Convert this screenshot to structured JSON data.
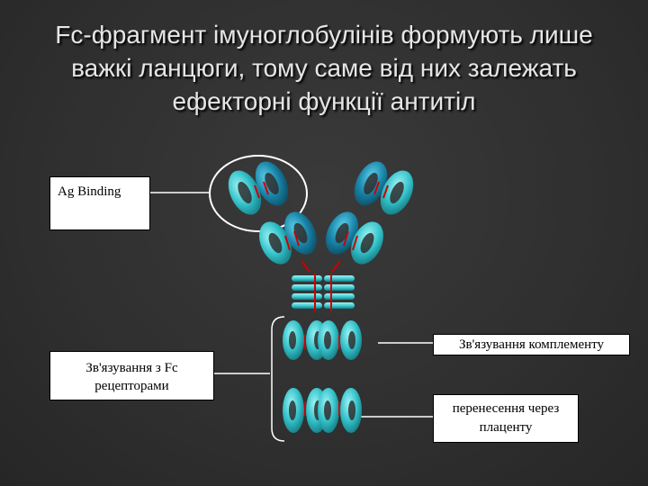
{
  "title": "Fc-фрагмент імуноглобулінів формують лише важкі ланцюги, тому саме від них залежать ефекторні функції антитіл",
  "labels": {
    "ag_binding": "Ag  Binding",
    "fc_receptor_binding": "Зв'язування  з Fc рецепторами",
    "complement_binding": "Зв'язування комплементу",
    "placental_transfer": "перенесення через плаценту"
  },
  "colors": {
    "background": "#2f2f2f",
    "title_text": "#e6e6e6",
    "domain_dark": "#1a7fa0",
    "domain_light": "#35c4cc",
    "disulfide_bond": "#cc0000",
    "connector_line": "#ffffff"
  },
  "icons": [
    "antibody-structure-diagram",
    "antigen-binding-highlight-circle",
    "fc-region-bracket"
  ]
}
